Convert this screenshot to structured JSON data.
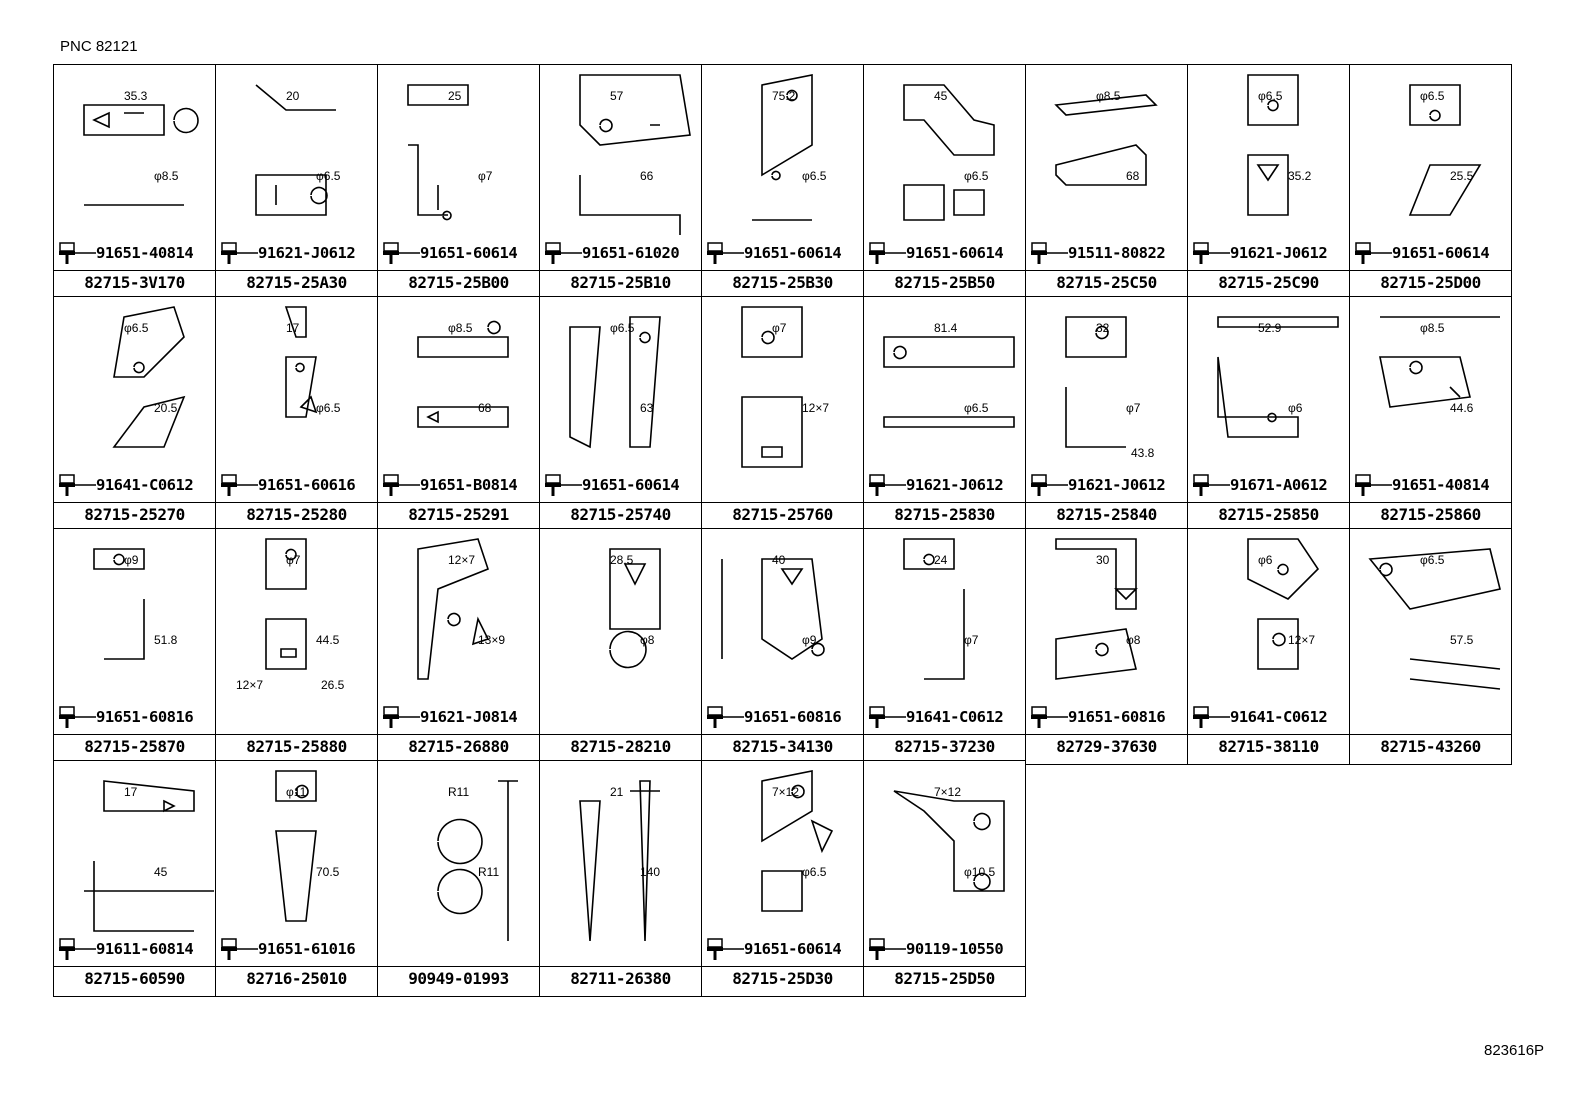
{
  "header": {
    "pnc_label": "PNC 82121"
  },
  "footer": {
    "figure_number": "823616P"
  },
  "cells": [
    {
      "part_no": "82715-3V170",
      "bolt": "91651-40814",
      "dims": [
        "35.3",
        "φ8.5"
      ]
    },
    {
      "part_no": "82715-25A30",
      "bolt": "91621-J0612",
      "dims": [
        "20",
        "φ6.5"
      ]
    },
    {
      "part_no": "82715-25B00",
      "bolt": "91651-60614",
      "dims": [
        "25",
        "φ7"
      ]
    },
    {
      "part_no": "82715-25B10",
      "bolt": "91651-61020",
      "dims": [
        "57",
        "66"
      ]
    },
    {
      "part_no": "82715-25B30",
      "bolt": "91651-60614",
      "dims": [
        "75.2",
        "φ6.5"
      ]
    },
    {
      "part_no": "82715-25B50",
      "bolt": "91651-60614",
      "dims": [
        "45",
        "φ6.5"
      ]
    },
    {
      "part_no": "82715-25C50",
      "bolt": "91511-80822",
      "dims": [
        "φ8.5",
        "68"
      ]
    },
    {
      "part_no": "82715-25C90",
      "bolt": "91621-J0612",
      "dims": [
        "φ6.5",
        "35.2"
      ]
    },
    {
      "part_no": "82715-25D00",
      "bolt": "91651-60614",
      "dims": [
        "φ6.5",
        "25.5"
      ]
    },
    {
      "part_no": "82715-25270",
      "bolt": "91641-C0612",
      "dims": [
        "φ6.5",
        "20.5"
      ]
    },
    {
      "part_no": "82715-25280",
      "bolt": "91651-60616",
      "dims": [
        "17",
        "φ6.5"
      ]
    },
    {
      "part_no": "82715-25291",
      "bolt": "91651-B0814",
      "dims": [
        "φ8.5",
        "68"
      ]
    },
    {
      "part_no": "82715-25740",
      "bolt": "91651-60614",
      "dims": [
        "φ6.5",
        "63"
      ]
    },
    {
      "part_no": "82715-25760",
      "bolt": "",
      "dims": [
        "φ7",
        "12×7"
      ]
    },
    {
      "part_no": "82715-25830",
      "bolt": "91621-J0612",
      "dims": [
        "81.4",
        "φ6.5"
      ]
    },
    {
      "part_no": "82715-25840",
      "bolt": "91621-J0612",
      "dims": [
        "32",
        "φ7",
        "43.8"
      ]
    },
    {
      "part_no": "82715-25850",
      "bolt": "91671-A0612",
      "dims": [
        "52.9",
        "φ6"
      ]
    },
    {
      "part_no": "82715-25860",
      "bolt": "91651-40814",
      "dims": [
        "φ8.5",
        "44.6"
      ]
    },
    {
      "part_no": "82715-25870",
      "bolt": "91651-60816",
      "dims": [
        "φ9",
        "51.8"
      ]
    },
    {
      "part_no": "82715-25880",
      "bolt": "",
      "dims": [
        "φ7",
        "44.5",
        "26.5",
        "12×7"
      ]
    },
    {
      "part_no": "82715-26880",
      "bolt": "91621-J0814",
      "dims": [
        "12×7",
        "13×9"
      ]
    },
    {
      "part_no": "82715-28210",
      "bolt": "",
      "dims": [
        "28.5",
        "φ8"
      ]
    },
    {
      "part_no": "82715-34130",
      "bolt": "91651-60816",
      "dims": [
        "40",
        "φ9"
      ]
    },
    {
      "part_no": "82715-37230",
      "bolt": "91641-C0612",
      "dims": [
        "24",
        "φ7"
      ]
    },
    {
      "part_no": "82729-37630",
      "bolt": "91651-60816",
      "dims": [
        "30",
        "φ8"
      ]
    },
    {
      "part_no": "82715-38110",
      "bolt": "91641-C0612",
      "dims": [
        "φ6",
        "12×7"
      ]
    },
    {
      "part_no": "82715-43260",
      "bolt": "",
      "dims": [
        "φ6.5",
        "57.5"
      ]
    },
    {
      "part_no": "82715-60590",
      "bolt": "91611-60814",
      "dims": [
        "17",
        "45"
      ]
    },
    {
      "part_no": "82716-25010",
      "bolt": "91651-61016",
      "dims": [
        "φ11",
        "70.5"
      ]
    },
    {
      "part_no": "90949-01993",
      "bolt": "",
      "dims": [
        "R11",
        "R11"
      ]
    },
    {
      "part_no": "82711-26380",
      "bolt": "",
      "dims": [
        "21",
        "140"
      ]
    },
    {
      "part_no": "82715-25D30",
      "bolt": "91651-60614",
      "dims": [
        "7×12",
        "φ6.5"
      ]
    },
    {
      "part_no": "82715-25D50",
      "bolt": "90119-10550",
      "dims": [
        "7×12",
        "φ10.5"
      ]
    }
  ]
}
